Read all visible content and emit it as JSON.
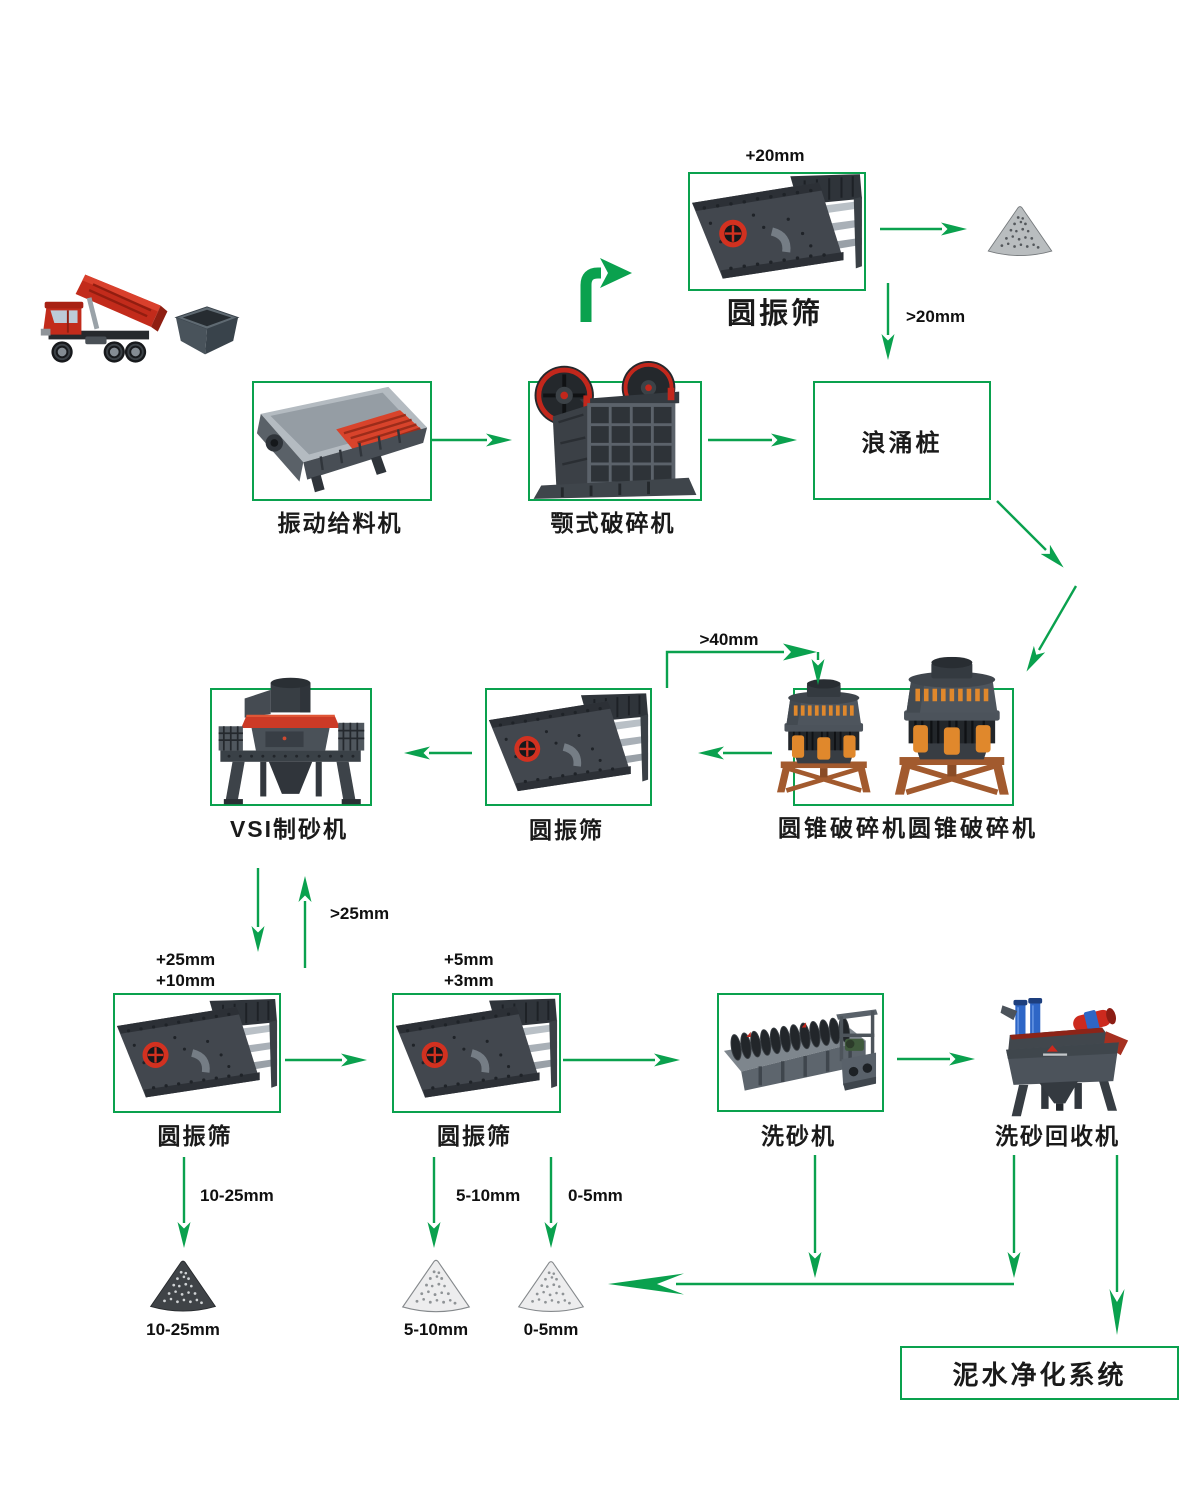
{
  "colors": {
    "accent_green": "#0aa14e"
  },
  "nodes": {
    "screen_top": {
      "label": "圆振筛"
    },
    "feeder": {
      "label": "振动给料机"
    },
    "jaw": {
      "label": "颚式破碎机"
    },
    "surge": {
      "label": "浪涌桩"
    },
    "vsi": {
      "label": "VSI制砂机"
    },
    "screen_mid": {
      "label": "圆振筛"
    },
    "cones": {
      "label": "圆锥破碎机圆锥破碎机"
    },
    "screen_a": {
      "label": "圆振筛"
    },
    "screen_b": {
      "label": "圆振筛"
    },
    "washer": {
      "label": "洗砂机"
    },
    "recycler": {
      "label": "洗砂回收机"
    },
    "mud": {
      "label": "泥水净化系统"
    }
  },
  "flows": {
    "plus20": "+20mm",
    "gt20": ">20mm",
    "gt40": ">40mm",
    "gt25": ">25mm",
    "plus25": "+25mm",
    "plus10": "+10mm",
    "plus5": "+5mm",
    "plus3": "+3mm",
    "r10_25": "10-25mm",
    "r5_10": "5-10mm",
    "r0_5": "0-5mm"
  },
  "products": {
    "p10_25": "10-25mm",
    "p5_10": "5-10mm",
    "p0_5": "0-5mm"
  }
}
